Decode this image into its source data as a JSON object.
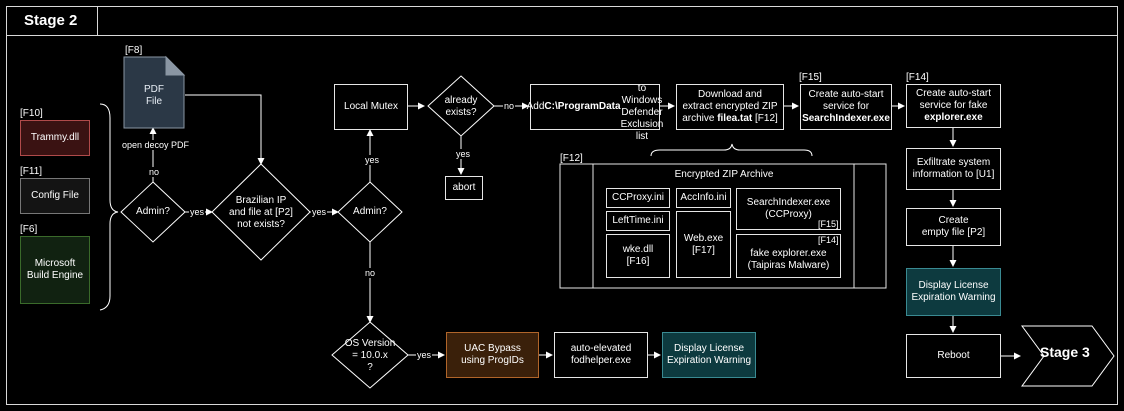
{
  "header": {
    "title": "Stage 2"
  },
  "tags": {
    "f8": "[F8]",
    "f10": "[F10]",
    "f11": "[F11]",
    "f6": "[F6]",
    "f15": "[F15]",
    "f14": "[F14]",
    "f12": "[F12]"
  },
  "nodes": {
    "pdf": "PDF\nFile",
    "trammy": "Trammy.dll",
    "config": "Config File",
    "msbuild": "Microsoft\nBuild Engine",
    "admin1": "Admin?",
    "brazil": "Brazilian IP\nand file at [P2]\nnot exists?",
    "admin2": "Admin?",
    "mutex": "Local Mutex",
    "already": "already\nexists?",
    "abort": "abort",
    "exclusion": [
      "Add ",
      "C:\\ProgramData",
      "\nto Windows Defender\nExclusion list"
    ],
    "download": [
      "Download and\nextract encrypted ZIP\narchive ",
      "filea.tat",
      " [F12]"
    ],
    "svc_search": [
      "Create auto-start\nservice for\n",
      "SearchIndexer.exe"
    ],
    "svc_explorer": [
      "Create auto-start\nservice for fake\n",
      "explorer.exe"
    ],
    "exfil": "Exfiltrate system\ninformation to [U1]",
    "emptyfile": "Create\nempty file [P2]",
    "license1": "Display License\nExpiration Warning",
    "reboot": "Reboot",
    "stage3": "Stage 3",
    "osver": "OS Version\n= 10.0.x\n?",
    "uac": "UAC Bypass\nusing ProgIDs",
    "fodhelper": "auto-elevated\nfodhelper.exe",
    "license2": "Display License\nExpiration Warning"
  },
  "zip": {
    "title": "Encrypted ZIP Archive",
    "ccproxy": "CCProxy.ini",
    "accinfo": "AccInfo.ini",
    "lefttime": "LeftTime.ini",
    "wke": "wke.dll\n[F16]",
    "web": "Web.exe\n[F17]",
    "searchidx": "SearchIndexer.exe\n(CCProxy)",
    "searchidx_tag": "[F15]",
    "explorer": "fake explorer.exe\n(Taipiras Malware)",
    "explorer_tag": "[F14]"
  },
  "labels": {
    "open_decoy": "open decoy PDF",
    "no1": "no",
    "yes1": "yes",
    "yes2": "yes",
    "yes3": "yes",
    "no2": "no",
    "no3": "no",
    "yes4": "yes",
    "yes5": "yes"
  },
  "colors": {
    "trammy_fill": "#3a1212",
    "trammy_border": "#b04a4a",
    "config_fill": "#141414",
    "config_border": "#777777",
    "msbuild_fill": "#112211",
    "msbuild_border": "#3a6a2a",
    "pdf_fill": "#2b3846",
    "pdf_fold": "#8a96a3",
    "uac_fill": "#3a200a",
    "uac_border": "#b0652a",
    "license_fill": "#0d3a3f",
    "license_border": "#3a8a92"
  }
}
